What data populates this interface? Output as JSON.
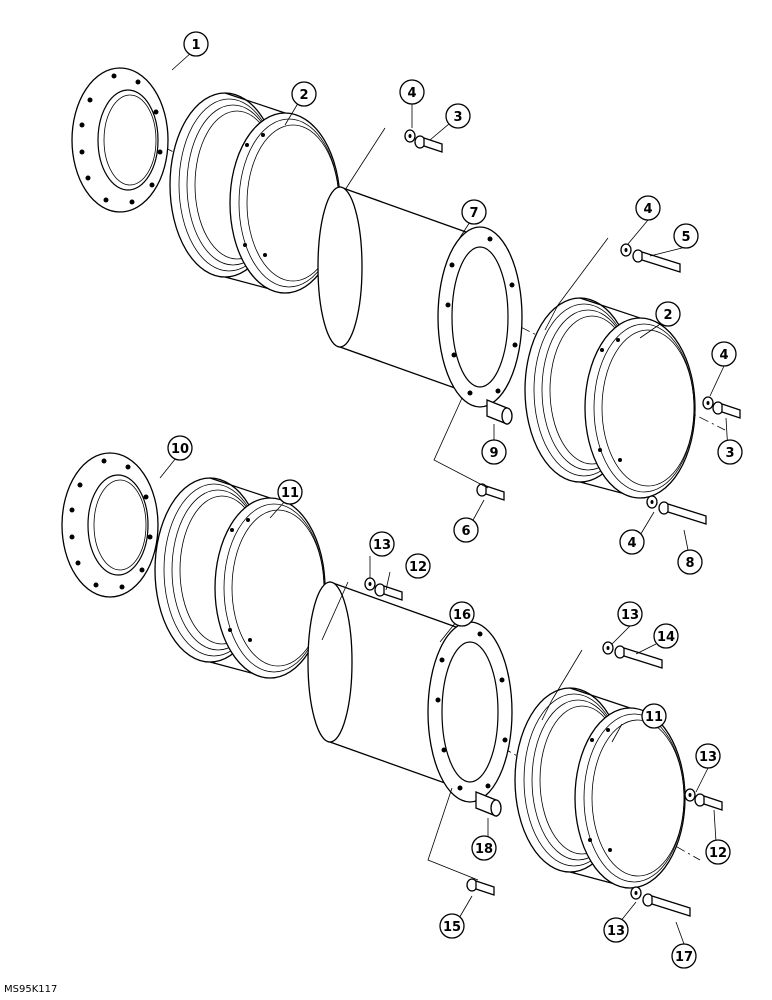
{
  "figure_code": "MS95K117",
  "assemblies": [
    {
      "id": "upper",
      "callouts": [
        "1",
        "2",
        "3",
        "4",
        "3",
        "4",
        "5",
        "2",
        "4",
        "7",
        "6",
        "8",
        "9",
        "4"
      ]
    },
    {
      "id": "lower",
      "callouts": [
        "10",
        "11",
        "12",
        "13",
        "12",
        "13",
        "14",
        "11",
        "13",
        "16",
        "15",
        "17",
        "18",
        "13"
      ]
    }
  ]
}
